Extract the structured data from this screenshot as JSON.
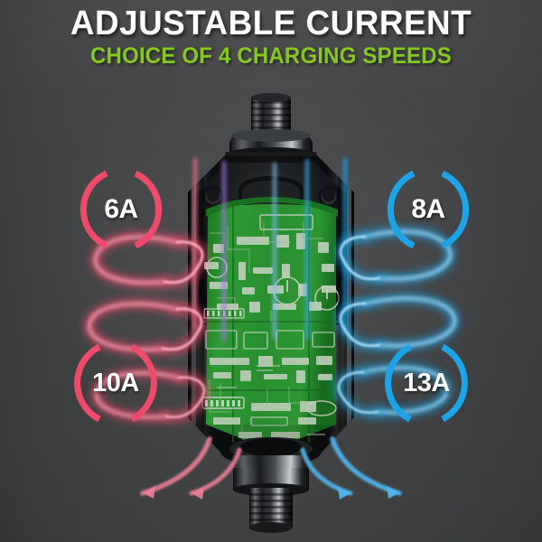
{
  "heading": {
    "title": "ADJUSTABLE CURRENT",
    "subtitle": "CHOICE OF 4 CHARGING SPEEDS",
    "title_color": "#ffffff",
    "subtitle_color": "#86c81f"
  },
  "background": {
    "base_color": "#434445",
    "panel_light": "#474849",
    "panel_dark": "#3b3c3d"
  },
  "badges": [
    {
      "id": "6a",
      "label": "6A",
      "color": "#ef4a6b",
      "side": "left",
      "row": "top"
    },
    {
      "id": "8a",
      "label": "8A",
      "color": "#1ca3e8",
      "side": "right",
      "row": "top"
    },
    {
      "id": "10a",
      "label": "10A",
      "color": "#ef4a6b",
      "side": "left",
      "row": "bottom"
    },
    {
      "id": "13a",
      "label": "13A",
      "color": "#1ca3e8",
      "side": "right",
      "row": "bottom"
    }
  ],
  "device": {
    "name": "ev-charger-cutaway",
    "housing_color": "#1a1b1d",
    "housing_highlight": "#6e7276",
    "pcb_color": "#2faa35",
    "pcb_color_dark": "#157a1e",
    "pcb_trace_color": "#d8f0d4",
    "connector_color": "#2a2c2e",
    "top_connector": "threaded-cable-gland",
    "bottom_connector": "threaded-cable-gland"
  },
  "light_trails": {
    "left_color": "#ef4a6b",
    "right_color": "#1ca3e8",
    "center_color": "#8f63d8",
    "description": "spiraling airflow trails wrapping the device"
  }
}
